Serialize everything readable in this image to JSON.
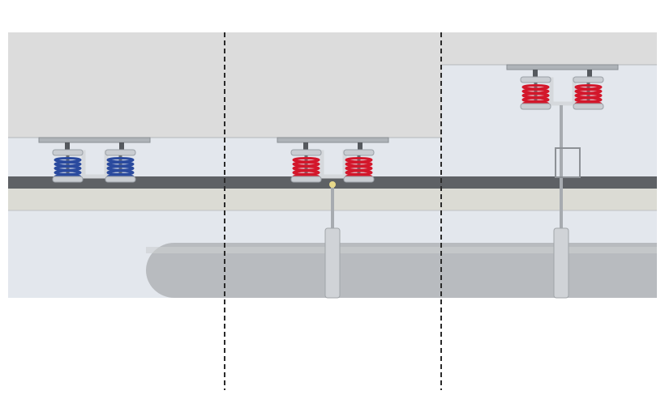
{
  "colors": {
    "slab": "#dcdcdc",
    "background": "#e3e7ed",
    "floor_band": "#5e6165",
    "screed_band": "#dbdbd4",
    "pipe": "#b8bbbf",
    "spring_blue": "#2a4a9e",
    "spring_red": "#d3172b",
    "metal": "#c9cdd2",
    "divider": "#2a2a2a"
  },
  "sections": [
    {
      "spring_color": "spring_blue",
      "mount": "floor"
    },
    {
      "spring_color": "spring_red",
      "mount": "floor-with-hanger"
    },
    {
      "spring_color": "spring_red",
      "mount": "ceiling-with-hanger"
    }
  ]
}
